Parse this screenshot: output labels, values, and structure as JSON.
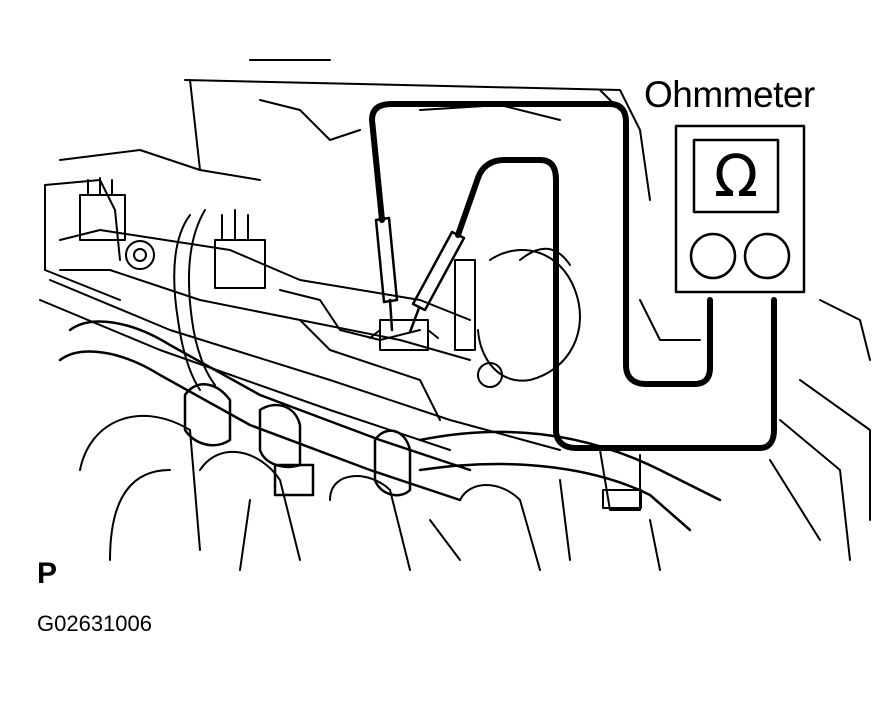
{
  "labels": {
    "meter_title": "Ohmmeter",
    "meter_symbol": "Ω",
    "view_code": "P",
    "figure_id": "G02631006"
  },
  "colors": {
    "ink": "#000000",
    "background": "#ffffff"
  },
  "icons": {
    "meter": "ohmmeter-icon",
    "probe": "test-probe-icon"
  }
}
